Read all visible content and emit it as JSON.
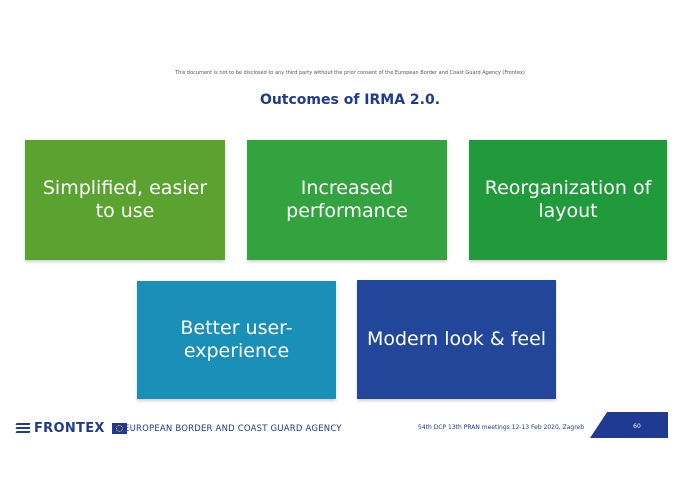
{
  "header": {
    "disclaimer": "This document is not to be disclosed to any third party without the prior consent of the European Border and Coast Guard Agency (Frontex)",
    "title": "Outcomes of IRMA 2.0."
  },
  "tiles": [
    {
      "label": "Simplified, easier to use",
      "color": "#5ba331"
    },
    {
      "label": "Increased performance",
      "color": "#32a33e"
    },
    {
      "label": "Reorganization of layout",
      "color": "#219a3b"
    },
    {
      "label": "Better user-experience",
      "color": "#1a8fb8"
    },
    {
      "label": "Modern look & feel",
      "color": "#22479a"
    }
  ],
  "footer": {
    "logo_text": "FRONTEX",
    "logo_icon": "frontex-stripes-icon",
    "flag_icon": "eu-flag-icon",
    "agency": "EUROPEAN BORDER AND COAST GUARD AGENCY",
    "meeting": "54th DCP 13th PRAN meetings 12-13 Feb 2020, Zagreb",
    "page_number": "60",
    "brand_color": "#1f3a93"
  }
}
